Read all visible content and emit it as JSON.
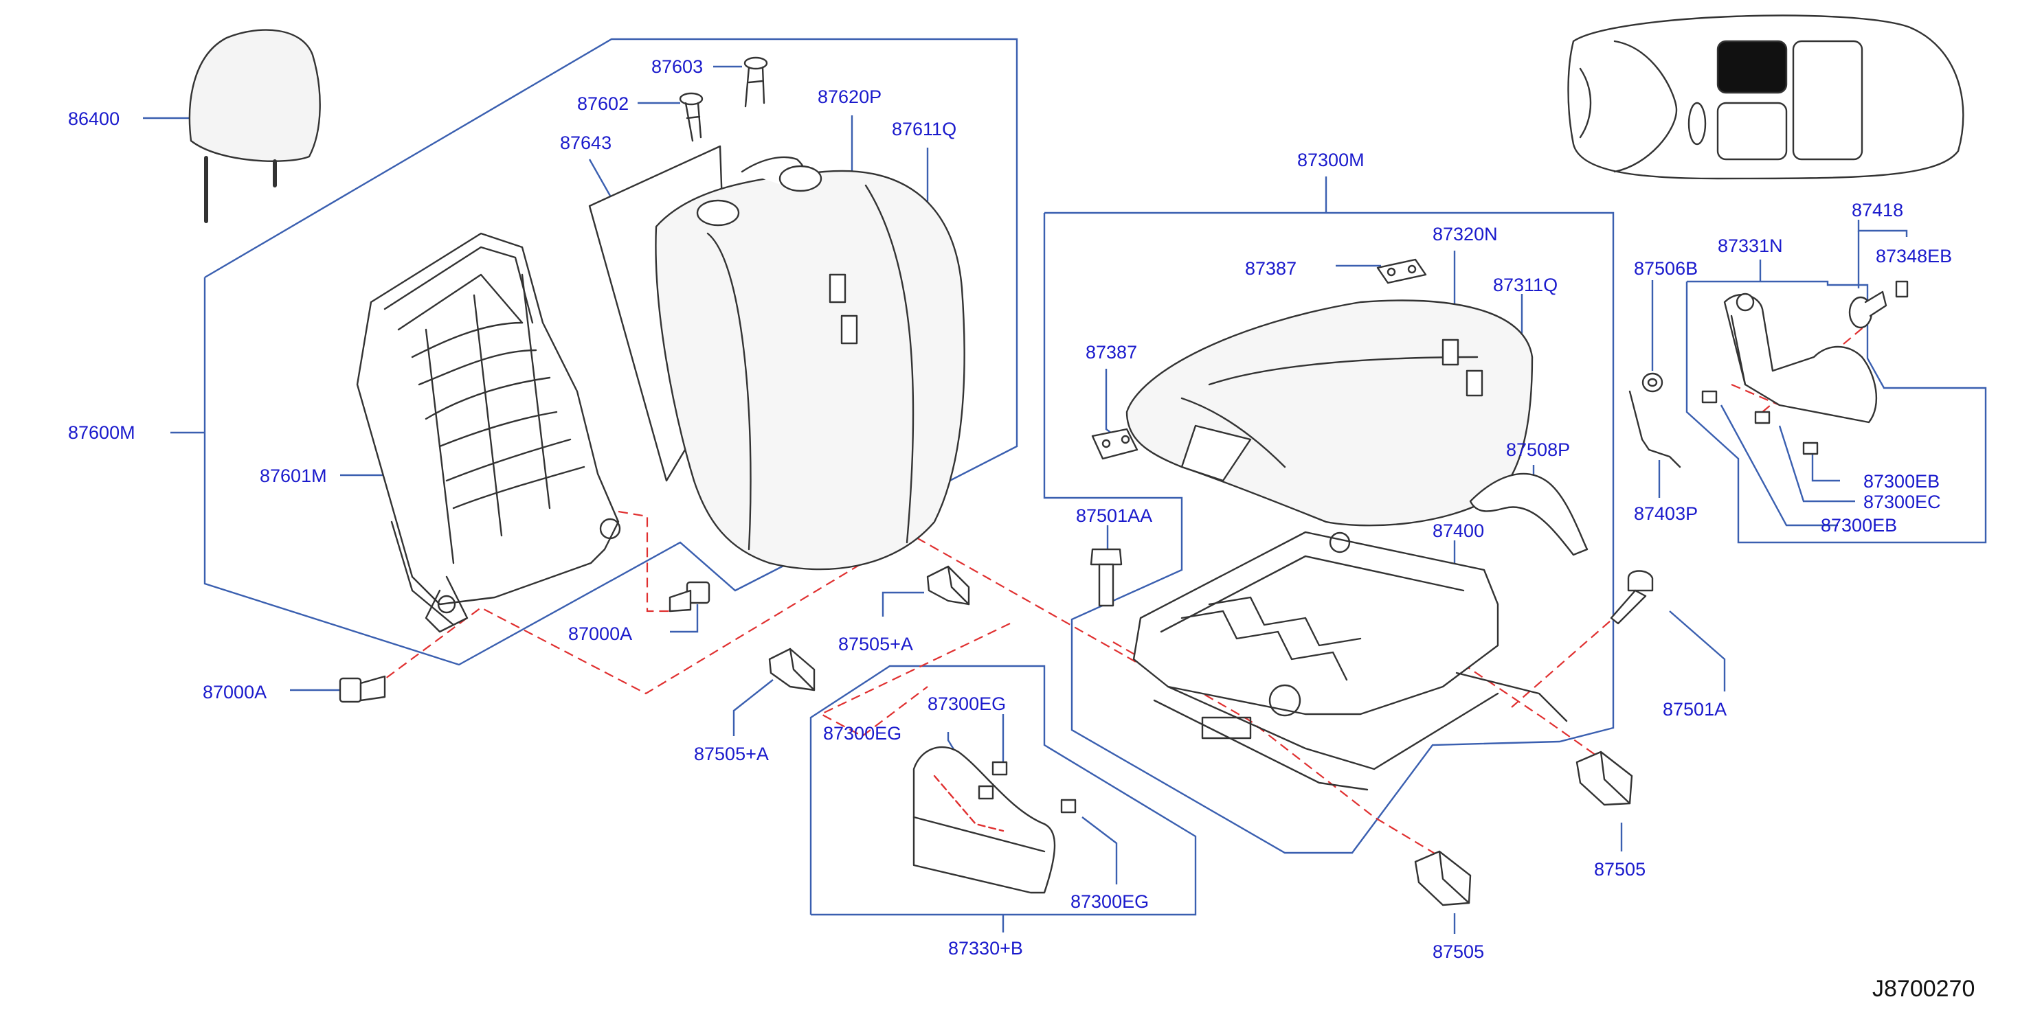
{
  "diagram_code": "J8700270",
  "colors": {
    "callout": "#1a1acc",
    "leader": "#3a5fb0",
    "dashed": "#e03030",
    "part": "#333333"
  },
  "labels": {
    "l86400": "86400",
    "l87603": "87603",
    "l87602": "87602",
    "l87620P": "87620P",
    "l87643": "87643",
    "l87611Q": "87611Q",
    "l87600M": "87600M",
    "l87601M": "87601M",
    "l87000A_a": "87000A",
    "l87000A_b": "87000A",
    "l87300M": "87300M",
    "l87320N": "87320N",
    "l87387_a": "87387",
    "l87311Q": "87311Q",
    "l87387_b": "87387",
    "l87508P": "87508P",
    "l87501AA": "87501AA",
    "l87400": "87400",
    "l87505A_a": "87505+A",
    "l87505A_b": "87505+A",
    "l87300EG_a": "87300EG",
    "l87300EG_b": "87300EG",
    "l87300EG_c": "87300EG",
    "l87330B": "87330+B",
    "l87505_a": "87505",
    "l87505_b": "87505",
    "l87501A": "87501A",
    "l87418": "87418",
    "l87331N": "87331N",
    "l87348EB": "87348EB",
    "l87506B": "87506B",
    "l87403P": "87403P",
    "l87300EB_a": "87300EB",
    "l87300EC": "87300EC",
    "l87300EB_b": "87300EB"
  }
}
